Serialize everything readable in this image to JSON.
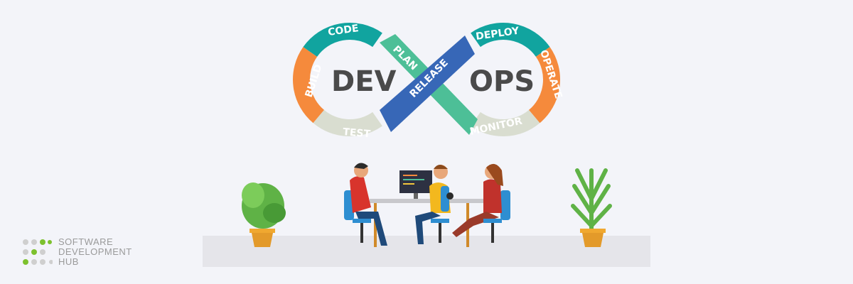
{
  "devops": {
    "dev": "DEV",
    "ops": "OPS",
    "stages": {
      "build": "BUILD",
      "code": "CODE",
      "plan": "PLAN",
      "release": "RELEASE",
      "deploy": "DEPLOY",
      "operate": "OPERATE",
      "monitor": "MONITOR",
      "test": "TEST"
    }
  },
  "logo": {
    "line1": "SOFTWARE",
    "line2": "DEVELOPMENT",
    "line3": "HUB"
  },
  "colors": {
    "teal": "#11a49f",
    "orange": "#f58a3c",
    "gray": "#d9ddd0",
    "green": "#4dbf97",
    "blue": "#3767b7",
    "accent_logo": "#7dc12e"
  }
}
